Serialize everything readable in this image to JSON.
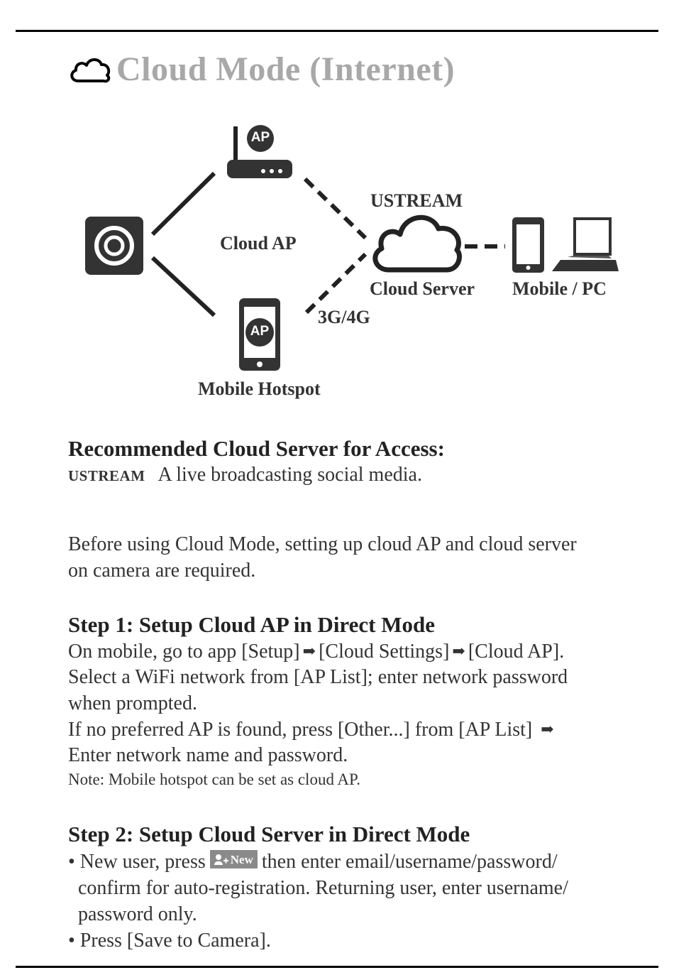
{
  "title": "Cloud Mode (Internet)",
  "diagram": {
    "router_badge": "AP",
    "phone_badge": "AP",
    "cloud_ap_label": "Cloud AP",
    "ustream_label": "USTREAM",
    "cloud_server_label": "Cloud Server",
    "network_label": "3G/4G",
    "mobile_pc_label": "Mobile / PC",
    "hotspot_label": "Mobile Hotspot"
  },
  "recommended": {
    "heading": "Recommended Cloud Server for Access:",
    "service": "USTREAM",
    "description": "A live broadcasting social media."
  },
  "intro": {
    "line1": "Before using Cloud Mode, setting up cloud AP and cloud server",
    "line2": "on camera are required."
  },
  "step1": {
    "heading": "Step 1: Setup Cloud AP in Direct Mode",
    "line1_a": "On mobile, go to app [Setup]",
    "line1_b": "[Cloud Settings]",
    "line1_c": "[Cloud AP].",
    "line2": "Select a WiFi network from [AP List]; enter network password",
    "line3": "when prompted.",
    "line4": "If no preferred AP is found, press [Other...] from [AP List]",
    "line5": "Enter network name and password.",
    "note": "Note: Mobile hotspot can be set as cloud AP."
  },
  "step2": {
    "heading": "Step 2: Setup Cloud Server in Direct Mode",
    "bullet1_a": "• New user, press",
    "new_button": "New",
    "bullet1_b": "then enter email/username/password/",
    "bullet1_line2": "confirm for auto-registration. Returning user, enter username/",
    "bullet1_line3": "password only.",
    "bullet2": "• Press [Save to Camera]."
  }
}
